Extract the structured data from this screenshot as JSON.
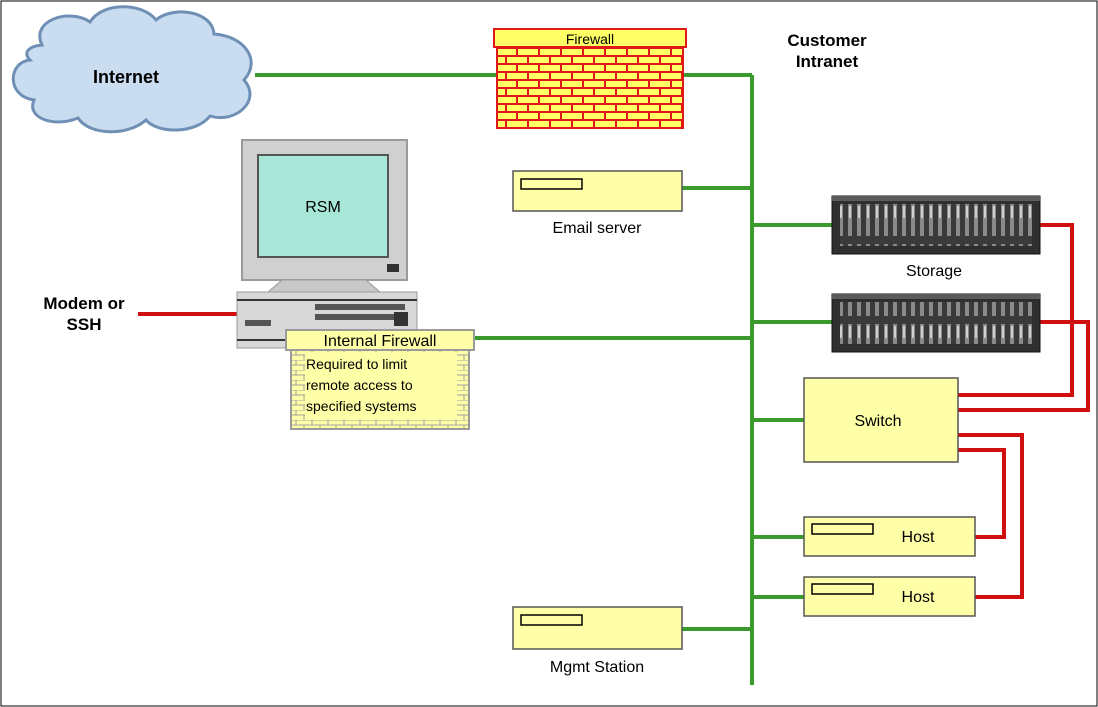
{
  "labels": {
    "internet": "Internet",
    "firewall": "Firewall",
    "customer_intranet_line1": "Customer",
    "customer_intranet_line2": "Intranet",
    "rsm": "RSM",
    "email_server": "Email server",
    "storage": "Storage",
    "modem_line1": "Modem or",
    "modem_line2": "SSH",
    "internal_firewall": "Internal Firewall",
    "internal_firewall_note_line1": "Required to limit",
    "internal_firewall_note_line2": "remote access to",
    "internal_firewall_note_line3": "specified systems",
    "switch": "Switch",
    "host_1": "Host",
    "host_2": "Host",
    "mgmt_station": "Mgmt Station"
  },
  "colors": {
    "network_line": "#3a9a2e",
    "san_line": "#d01010",
    "device_fill": "#ffffa8",
    "firewall_brick": "#e01818",
    "cloud_fill": "#c9dcf0",
    "monitor_screen": "#a8e6d8"
  }
}
